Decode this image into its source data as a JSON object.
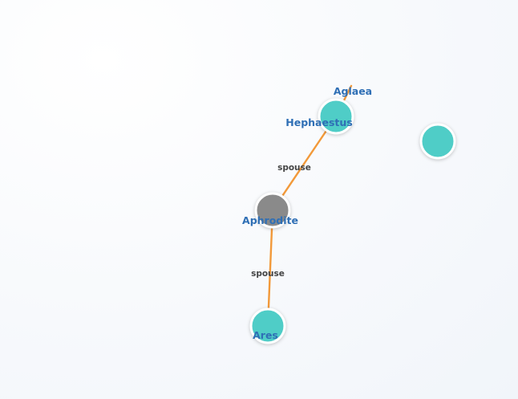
{
  "graph": {
    "nodes": [
      {
        "id": "aglaea",
        "label": "Aglaea",
        "color": "#4fcdc7",
        "visible": false
      },
      {
        "id": "hephaestus",
        "label": "Hephaestus",
        "color": "#4fcdc7"
      },
      {
        "id": "unlabeled",
        "label": "",
        "color": "#4fcdc7"
      },
      {
        "id": "aphrodite",
        "label": "Aphrodite",
        "color": "#8a8a8a"
      },
      {
        "id": "ares",
        "label": "Ares",
        "color": "#4fcdc7"
      }
    ],
    "edges": [
      {
        "source": "aglaea",
        "target": "hephaestus",
        "label": ""
      },
      {
        "source": "hephaestus",
        "target": "aphrodite",
        "label": "spouse"
      },
      {
        "source": "aphrodite",
        "target": "ares",
        "label": "spouse"
      }
    ],
    "edge_color": "#f2993a",
    "label_color": "#2f6fb5"
  }
}
